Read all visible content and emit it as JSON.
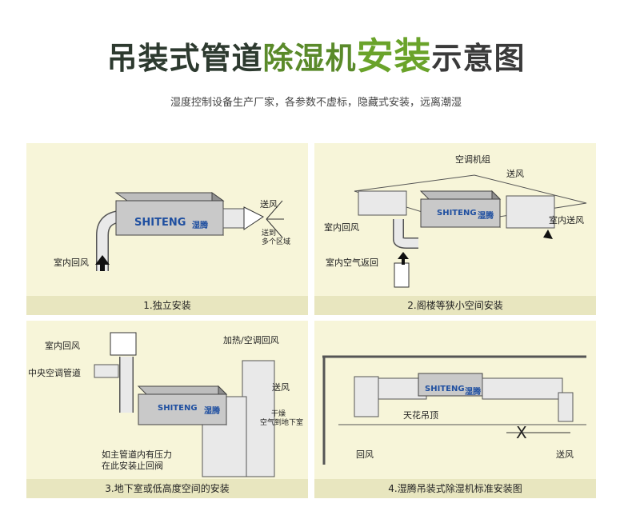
{
  "header": {
    "title_part1": "吊装式管道",
    "title_part2": "除湿机",
    "title_part3": "安装",
    "title_part4": "示意图",
    "subtitle": "湿度控制设备生产厂家，各参数不虚标，隐藏式安装，远离潮湿"
  },
  "brand": {
    "name": "SHITENG",
    "cn": "湿腾"
  },
  "panels": [
    {
      "caption": "1.独立安装",
      "labels": {
        "supply": "送风",
        "supply_to_line1": "送到",
        "supply_to_line2": "多个区域",
        "return": "室内回风"
      }
    },
    {
      "caption": "2.阁楼等狭小空间安装",
      "labels": {
        "ac_unit": "空调机组",
        "supply": "送风",
        "indoor_supply": "室内送风",
        "return": "室内回风",
        "air_return": "室内空气返回"
      }
    },
    {
      "caption": "3.地下室或低高度空间的安装",
      "labels": {
        "return": "室内回风",
        "central_duct": "中央空调管道",
        "heat_ac_return": "加热/空调回风",
        "supply": "送风",
        "dry_air_line1": "干燥",
        "dry_air_line2": "空气到地下室",
        "pressure_note_line1": "如主管道内有压力",
        "pressure_note_line2": "在此安装止回阀"
      }
    },
    {
      "caption": "4.湿腾吊装式除湿机标准安装图",
      "labels": {
        "ceiling": "天花吊顶",
        "distance": "X",
        "return": "回风",
        "supply": "送风"
      }
    }
  ]
}
